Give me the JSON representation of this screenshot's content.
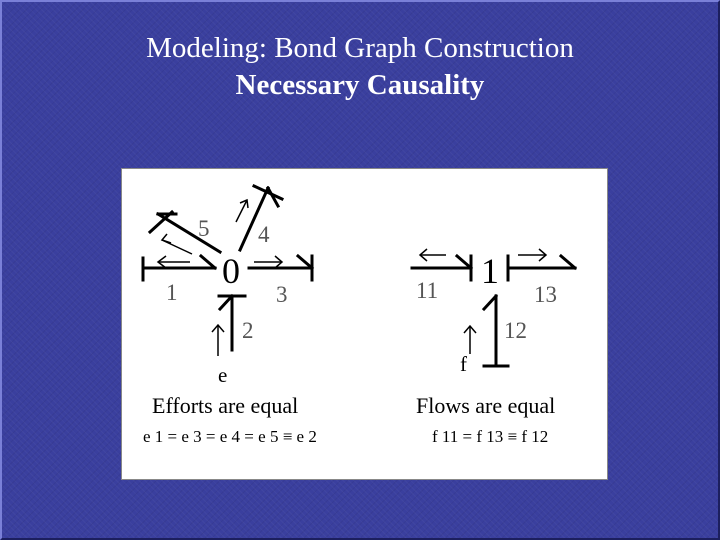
{
  "slide": {
    "title": "Modeling: Bond Graph Construction",
    "subtitle": "Necessary Causality"
  },
  "left_diagram": {
    "junction": "0",
    "bond_labels": {
      "b5": "5",
      "b4": "4",
      "b1": "1",
      "b3": "3",
      "b2": "2"
    },
    "source": "e",
    "caption": "Efforts are equal",
    "equation": "e 1 = e 3 = e 4 = e 5 ≡ e 2"
  },
  "right_diagram": {
    "junction": "1",
    "bond_labels": {
      "b11": "11",
      "b13": "13",
      "b12": "12"
    },
    "source": "f",
    "caption": "Flows are equal",
    "equation": "f 11 = f 13 ≡ f 12"
  },
  "colors": {
    "background": "#3a3f9e",
    "panel": "#ffffff",
    "ink": "#000000",
    "bond_label": "#555555"
  }
}
